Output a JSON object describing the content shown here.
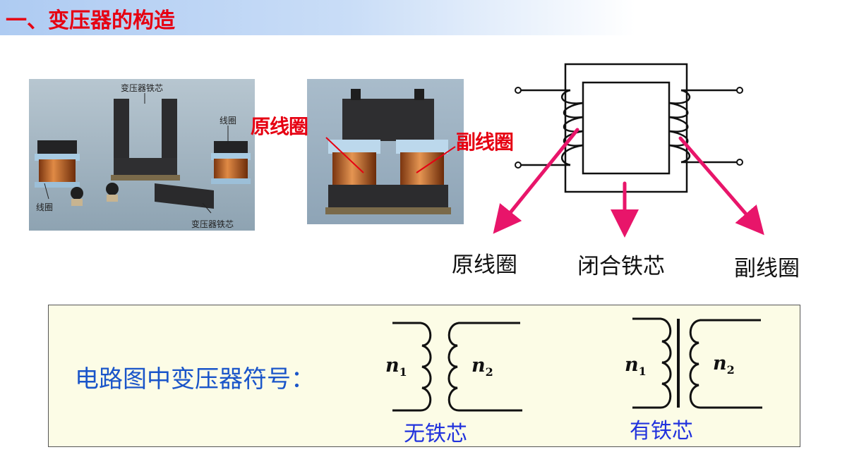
{
  "title": "一、变压器的构造",
  "photo1": {
    "labels": {
      "core_top": "变压器铁芯",
      "coil_right": "线圈",
      "coil_left": "线圈",
      "core_bottom": "变压器铁芯"
    }
  },
  "photo2": {
    "primary_label": "原线圈",
    "secondary_label": "副线圈"
  },
  "diagram": {
    "primary_label": "原线圈",
    "core_label": "闭合铁芯",
    "secondary_label": "副线圈",
    "arrow_color": "#e8156a"
  },
  "symbols": {
    "heading": "电路图中变压器符号：",
    "without_core": {
      "n1": "n",
      "n1_sub": "1",
      "n2": "n",
      "n2_sub": "2",
      "caption": "无铁芯"
    },
    "with_core": {
      "n1": "n",
      "n1_sub": "1",
      "n2": "n",
      "n2_sub": "2",
      "caption": "有铁芯"
    }
  },
  "colors": {
    "title_red": "#e60012",
    "heading_blue": "#1a55c9",
    "caption_blue": "#2233dd",
    "box_background": "#fcfce6"
  }
}
